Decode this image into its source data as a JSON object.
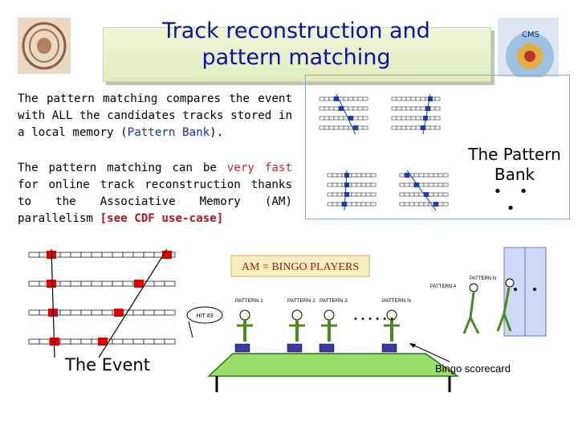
{
  "slide": {
    "title_line1": "Track reconstruction and",
    "title_line2": "pattern matching",
    "para1": {
      "pre": "The pattern matching compares the event with ALL the candidates tracks stored in a local memory (",
      "highlight": "Pattern Bank",
      "post": ")."
    },
    "para2": {
      "pre": "The pattern matching can be ",
      "highlight": "very fast",
      "mid": " for online track reconstruction thanks to the Associative Memory (AM) parallelism ",
      "link": "[see CDF use-case]"
    },
    "bank_label_line1": "The Pattern",
    "bank_label_line2": "Bank",
    "bank_dots": "• • •",
    "event_label": "The Event",
    "bingo_title": "AM = BINGO PLAYERS",
    "bingo_scorecard": "Bingo scorecard",
    "bingo_players": [
      "PATTERN 1",
      "PATTERN 2",
      "PATTERN 3",
      "PATTERN N"
    ],
    "bingo_speech": "HIT #3",
    "bingo_extra": [
      "PATTERN 4",
      "PATTERN N"
    ]
  },
  "colors": {
    "title": "#1010a0",
    "highlight_blue": "#1a2fb0",
    "highlight_red": "#c0282a",
    "event_hit": "#e00000"
  }
}
